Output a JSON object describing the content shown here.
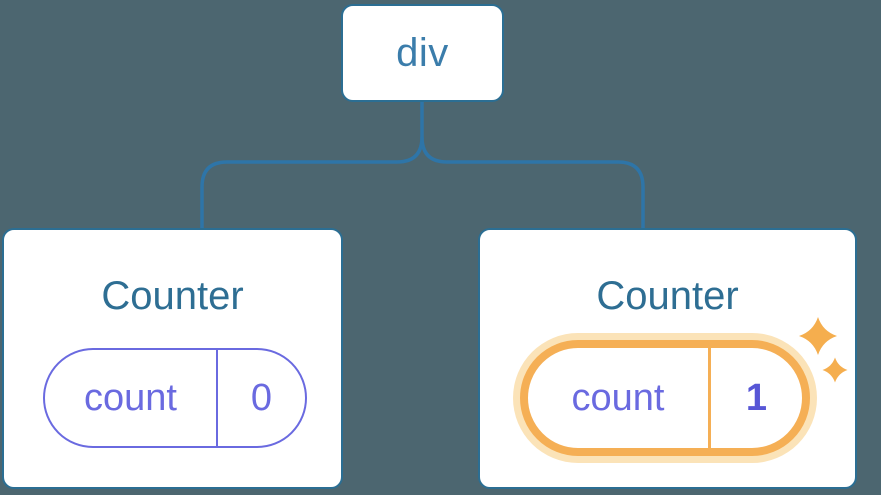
{
  "diagram": {
    "root": {
      "label": "div"
    },
    "children": [
      {
        "title": "Counter",
        "state": {
          "label": "count",
          "value": "0"
        },
        "highlighted": false
      },
      {
        "title": "Counter",
        "state": {
          "label": "count",
          "value": "1"
        },
        "highlighted": true
      }
    ]
  },
  "icons": {
    "sparkles": "two four-point stars marking updated state"
  },
  "colors": {
    "background": "#4C6670",
    "line_blue": "#2E75A8",
    "border_blue": "#2B6E93",
    "root_text": "#3B7DAB",
    "title_text": "#2E6E93",
    "purple": "#6A6AE0",
    "value_purple": "#5756D6",
    "orange": "#F5AF55",
    "halo": "#FBE3B8",
    "sparkle": "#F5AE4E",
    "card_bg": "#FFFFFF"
  }
}
